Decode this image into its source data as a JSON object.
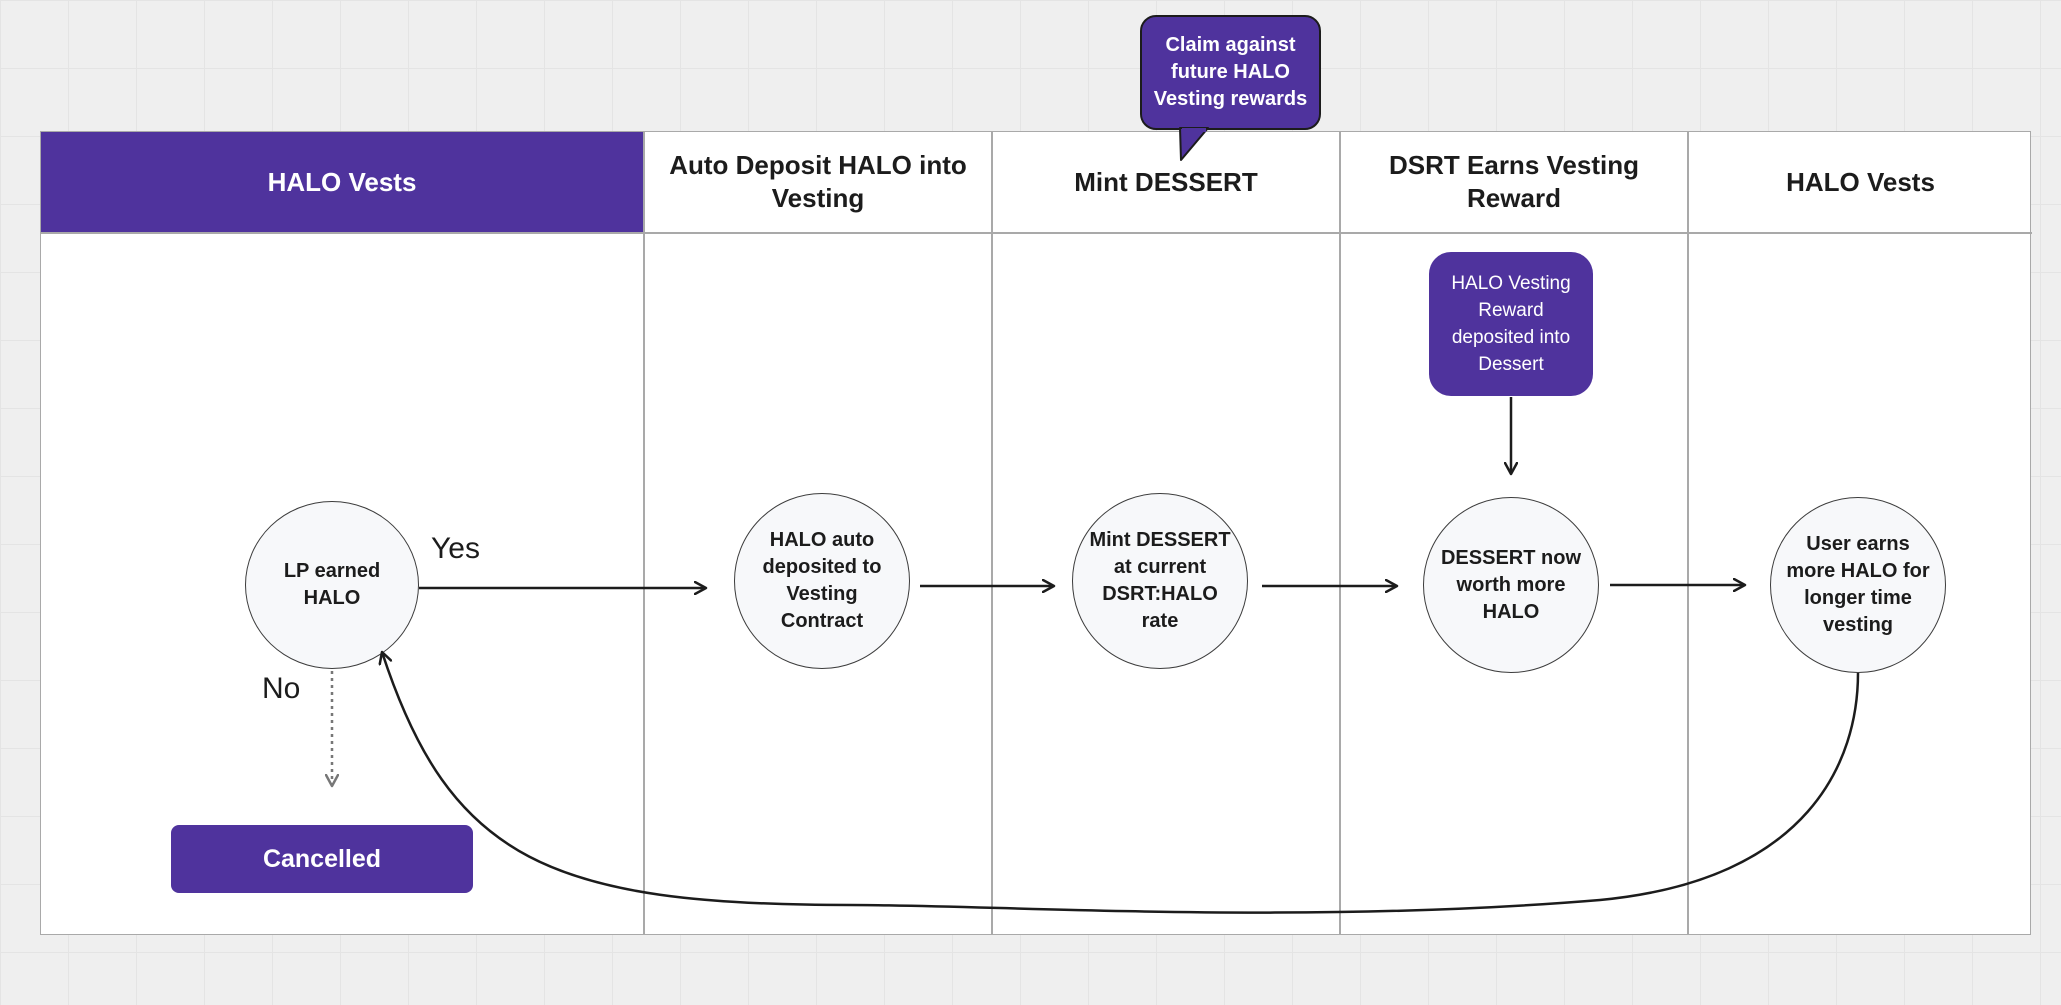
{
  "lanes": [
    {
      "header": "HALO Vests"
    },
    {
      "header": "Auto Deposit HALO into Vesting"
    },
    {
      "header": "Mint DESSERT"
    },
    {
      "header": "DSRT Earns Vesting Reward"
    },
    {
      "header": "HALO Vests"
    }
  ],
  "nodes": {
    "lp_earned": "LP earned HALO",
    "auto_deposit": "HALO auto deposited to Vesting Contract",
    "mint": "Mint DESSERT at current DSRT:HALO rate",
    "dessert_worth": "DESSERT now worth more HALO",
    "user_earns": "User earns more HALO for longer time vesting"
  },
  "reward_box": "HALO Vesting Reward deposited into Dessert",
  "callout": "Claim against future HALO Vesting rewards",
  "cancelled": "Cancelled",
  "labels": {
    "yes": "Yes",
    "no": "No"
  },
  "colors": {
    "accent": "#4f339d",
    "line": "#1c1c1c",
    "divider": "#a9a9a9"
  }
}
